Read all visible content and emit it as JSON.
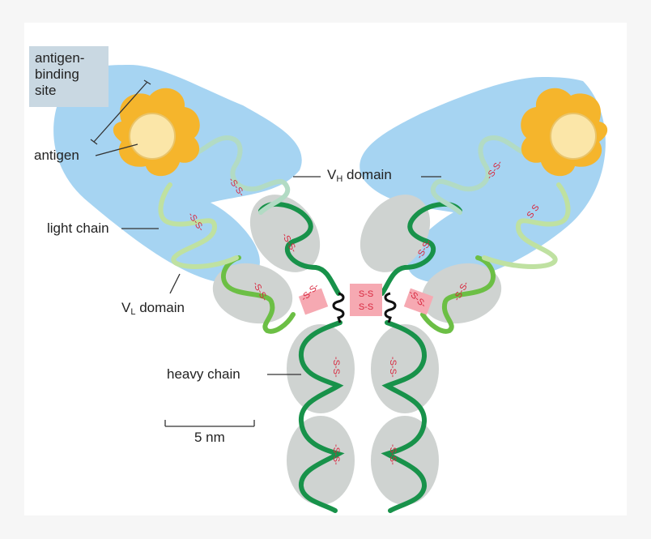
{
  "labels": {
    "site_line1": "antigen-",
    "site_line2": "binding",
    "site_line3": "site",
    "antigen": "antigen",
    "light_chain": "light chain",
    "vl_main": "V",
    "vl_sub": "L",
    "vl_rest": " domain",
    "vh_main": "V",
    "vh_sub": "H",
    "vh_rest": " domain",
    "heavy_chain": "heavy chain",
    "scale": "5 nm"
  },
  "disulfide_text": "-S-S-",
  "colors": {
    "fab_bg": "#a6d4f2",
    "domain_grey": "#cfd3d1",
    "heavy_chain": "#18924a",
    "light_chain": "#bfe1a1",
    "vh_chain": "#b2dbc4",
    "light_const": "#6cbf45",
    "antigen": "#fbe6a8",
    "antigen_hand": "#f5b52c",
    "disulfide": "#d8263e",
    "hinge_pink": "#f6a9b2",
    "site_box": "#c9d8e2"
  }
}
